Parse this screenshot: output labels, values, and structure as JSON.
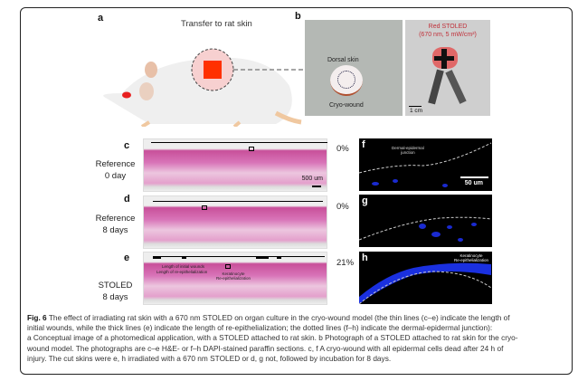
{
  "panels": {
    "a": {
      "letter": "a",
      "title": "Transfer to rat skin"
    },
    "b": {
      "letter": "b",
      "dorsal": "Dorsal skin",
      "cryo": "Cryo-wound",
      "stoled_title": "Red STOLED",
      "stoled_spec": "(670 nm, 5 mW/cm²)",
      "scale": "1 cm"
    },
    "c": {
      "letter": "c",
      "label1": "Reference",
      "label2": "0 day",
      "percent": "0%",
      "scale": "500 um"
    },
    "d": {
      "letter": "d",
      "label1": "Reference",
      "label2": "8 days",
      "percent": "0%"
    },
    "e": {
      "letter": "e",
      "label1": "STOLED",
      "label2": "8 days",
      "percent": "21%",
      "ann1": "Length of initial wounds",
      "ann2": "Length of re-epithelialization",
      "ann3a": "Keratinocyte",
      "ann3b": "Re-epithelialization"
    },
    "f": {
      "letter": "f",
      "ann1": "Dermal-epidermal",
      "ann2": "junction",
      "scale": "50 um"
    },
    "g": {
      "letter": "g"
    },
    "h": {
      "letter": "h",
      "ann1": "Keratinocyte",
      "ann2": "Re-epithelialization"
    }
  },
  "caption": {
    "fig": "Fig. 6",
    "l1": " The effect of irradiating rat skin with a 670 nm STOLED on organ culture in the cryo-wound model (the thin lines (c–e) indicate the length of",
    "l2": "initial wounds, while the thick lines (e) indicate the length of re-epithelialization; the dotted lines (f–h) indicate the dermal-epidermal junction):",
    "l3": "a Conceptual image of a photomedical application, with a STOLED attached to rat skin. b Photograph of a STOLED attached to rat skin for the cryo-",
    "l4": "wound model. The photographs are c–e H&E- or f–h DAPI-stained paraffin sections. c, f A cryo-wound with all epidermal cells dead after 24 h of",
    "l5": "injury. The cut skins were e, h irradiated with a 670 nm STOLED or d, g not, followed by incubation for 8 days."
  }
}
